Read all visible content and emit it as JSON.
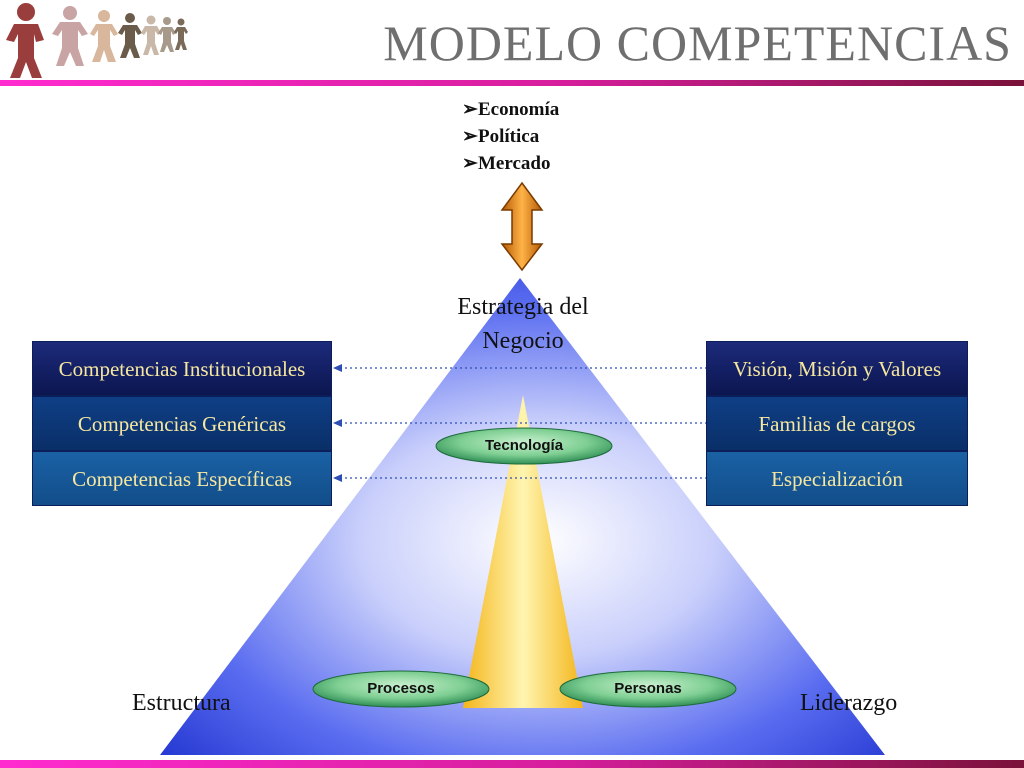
{
  "title": "MODELO COMPETENCIAS",
  "external_factors": [
    "Economía",
    "Política",
    "Mercado"
  ],
  "apex_label": [
    "Estrategia del",
    "Negocio"
  ],
  "left_boxes": [
    "Competencias Institucionales",
    "Competencias Genéricas",
    "Competencias Específicas"
  ],
  "right_boxes": [
    "Visión, Misión y Valores",
    "Familias de cargos",
    "Especialización"
  ],
  "ovals": {
    "top": "Tecnología",
    "bottom_left": "Procesos",
    "bottom_right": "Personas"
  },
  "corners": {
    "left": "Estructura",
    "right": "Liderazgo"
  },
  "colors": {
    "pyramid": "#2a3fd6",
    "inner_triangle": "#f7c21a",
    "oval": "#2f9a5b",
    "accent_bar": "#d61e9c",
    "arrow": "#e07a10",
    "box_text": "#f6e7a0"
  },
  "icons": [
    "people-chain-icon",
    "double-arrow-icon",
    "arrow-bullet-icon"
  ]
}
